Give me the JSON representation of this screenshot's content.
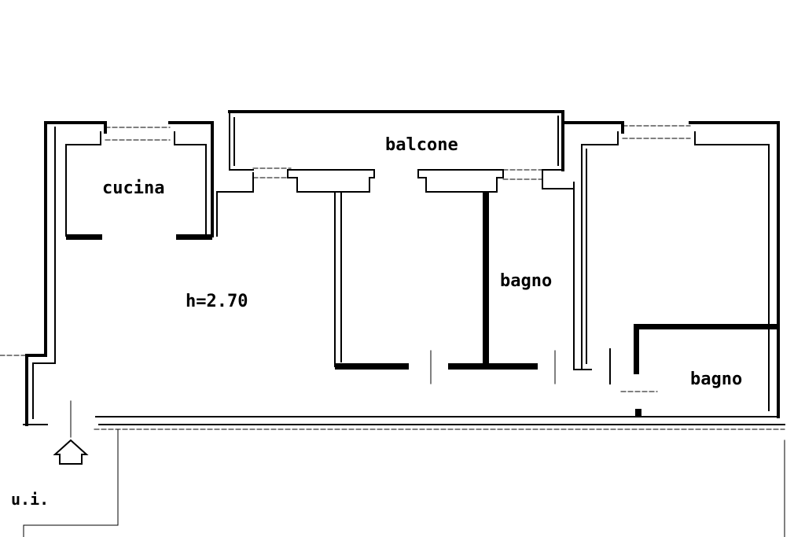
{
  "rooms": {
    "balcony": "balcone",
    "kitchen": "cucina",
    "bath_center": "bagno",
    "bath_right": "bagno"
  },
  "ceiling_height": "h=2.70",
  "unit_label": "u.i."
}
